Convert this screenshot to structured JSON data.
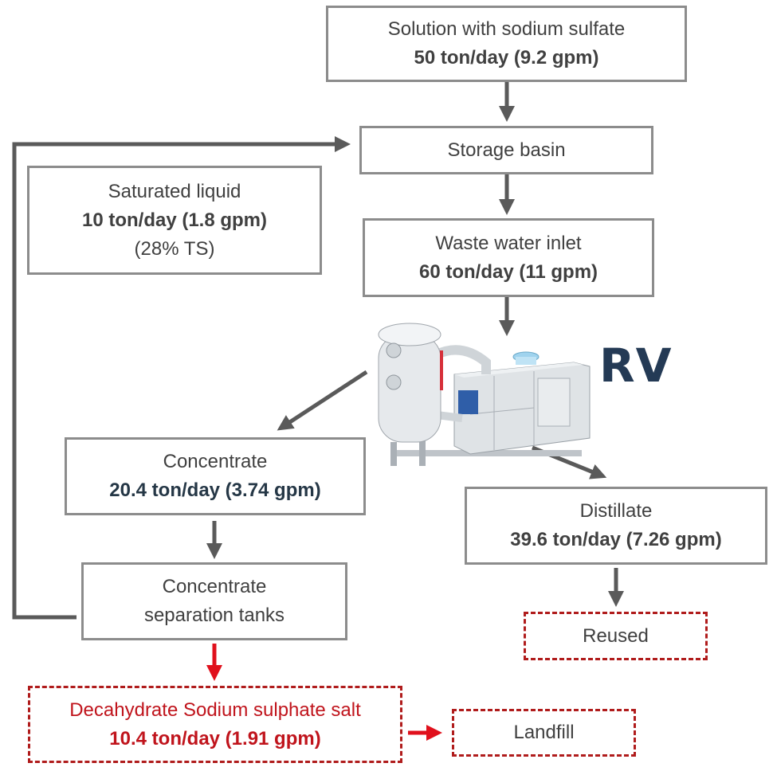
{
  "boxes": {
    "solution": {
      "label": "Solution with sodium sulfate",
      "flow": "50 ton/day (9.2 gpm)"
    },
    "storage": {
      "label": "Storage basin"
    },
    "saturated": {
      "label": "Saturated liquid",
      "flow": "10 ton/day (1.8 gpm)",
      "note": "(28% TS)"
    },
    "inlet": {
      "label": "Waste water inlet",
      "flow": "60 ton/day (11 gpm)"
    },
    "concentrate": {
      "label": "Concentrate",
      "flow": "20.4 ton/day (3.74 gpm)"
    },
    "distillate": {
      "label": "Distillate",
      "flow": "39.6 ton/day (7.26 gpm)"
    },
    "separation": {
      "label_line1": "Concentrate",
      "label_line2": "separation tanks"
    },
    "reused": {
      "label": "Reused"
    },
    "salt": {
      "label": "Decahydrate Sodium sulphate salt",
      "flow": "10.4 ton/day (1.91 gpm)"
    },
    "landfill": {
      "label": "Landfill"
    }
  },
  "equipment": {
    "label": "RV",
    "icon": "evaporator-unit-icon"
  },
  "colors": {
    "arrow_gray": "#5a5a5a",
    "arrow_red": "#e0101c",
    "box_border": "#8c8c8c",
    "dashed_red": "#b01c1c",
    "navy": "#243a55"
  }
}
